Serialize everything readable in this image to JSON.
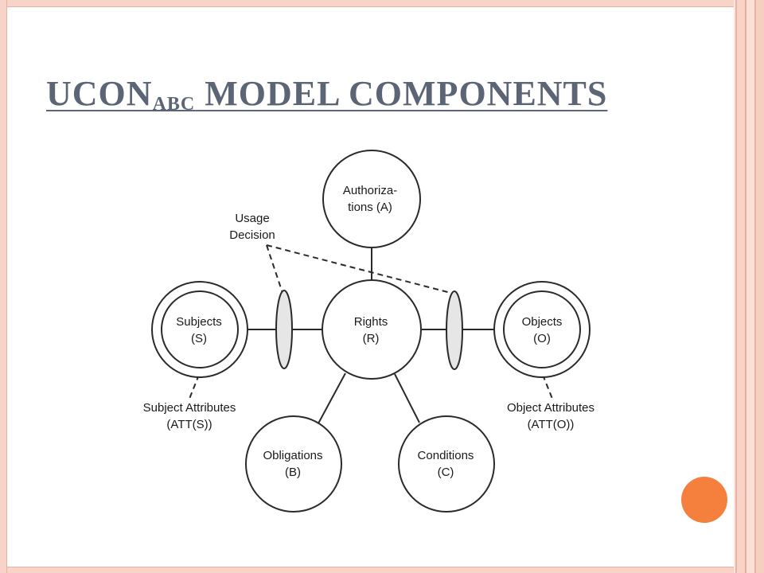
{
  "slide": {
    "title_main": "UCON",
    "title_sub": "ABC",
    "title_rest": " MODEL COMPONENTS"
  },
  "diagram": {
    "nodes": {
      "authorizations": {
        "line1": "Authoriza-",
        "line2": "tions (A)"
      },
      "rights": {
        "line1": "Rights",
        "line2": "(R)"
      },
      "subjects": {
        "line1": "Subjects",
        "line2": "(S)"
      },
      "objects": {
        "line1": "Objects",
        "line2": "(O)"
      },
      "obligations": {
        "line1": "Obligations",
        "line2": "(B)"
      },
      "conditions": {
        "line1": "Conditions",
        "line2": "(C)"
      }
    },
    "labels": {
      "usage_decision": {
        "line1": "Usage",
        "line2": "Decision"
      },
      "subject_attributes": {
        "line1": "Subject Attributes",
        "line2": "(ATT(S))"
      },
      "object_attributes": {
        "line1": "Object Attributes",
        "line2": "(ATT(O))"
      }
    }
  },
  "colors": {
    "frame": "#f7d3c8",
    "accent_dot": "#f5803e",
    "title": "#5b6576",
    "ellipse_fill": "#e6e6e6"
  }
}
